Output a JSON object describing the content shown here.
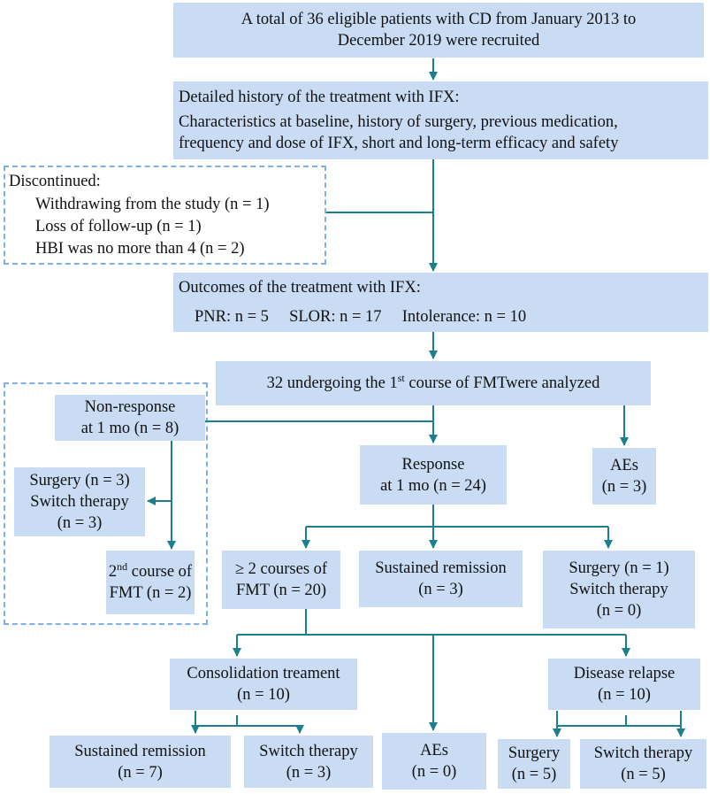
{
  "recruit": {
    "line1": "A total of 36 eligible patients with CD  from January 2013 to",
    "line2": "December 2019 were recruited"
  },
  "history": {
    "title": "Detailed history of the treatment with IFX:",
    "line1": "Characteristics at baseline, history of surgery, previous medication,",
    "line2": "frequency and dose of IFX, short and long-term efficacy and safety"
  },
  "discontinued": {
    "title": "Discontinued:",
    "items": [
      "Withdrawing from the study (n = 1)",
      "Loss of follow-up (n = 1)",
      "HBI  was no more than 4 (n = 2)"
    ]
  },
  "outcomes": {
    "title": "Outcomes of the treatment with IFX:",
    "pnr": "PNR: n = 5",
    "slor": "SLOR: n = 17",
    "intol": "Intolerance: n = 10"
  },
  "fmt1": {
    "pre": "32 undergoing the 1",
    "sup": "st",
    "post": " course of FMTwere analyzed"
  },
  "nonresp": {
    "line1": "Non-response",
    "line2": "at 1 mo (n = 8)"
  },
  "surgery_switch": {
    "line1": "Surgery (n = 3)",
    "line2": "Switch therapy",
    "line3": "(n = 3)"
  },
  "fmt2": {
    "pre": "2",
    "sup": "nd",
    "post": " course of",
    "line2": "FMT (n = 2)"
  },
  "response": {
    "line1": "Response",
    "line2": "at 1 mo (n = 24)"
  },
  "aes_top": {
    "line1": "AEs",
    "line2": "(n = 3)"
  },
  "courses2": {
    "line1": "≥ 2 courses of",
    "line2": "FMT (n = 20)"
  },
  "sustained_mid": {
    "line1": "Sustained remission",
    "line2": "(n = 3)"
  },
  "surgery_mid": {
    "line1": "Surgery  (n = 1)",
    "line2": "Switch therapy",
    "line3": "(n = 0)"
  },
  "consolidation": {
    "line1": "Consolidation treament",
    "line2": "(n = 10)"
  },
  "relapse": {
    "line1": "Disease relapse",
    "line2": "(n = 10)"
  },
  "bottom": {
    "sustained": {
      "line1": "Sustained remission",
      "line2": "(n = 7)"
    },
    "switch1": {
      "line1": "Switch therapy",
      "line2": "(n = 3)"
    },
    "aes": {
      "line1": "AEs",
      "line2": "(n = 0)"
    },
    "surgery": {
      "line1": "Surgery",
      "line2": "(n = 5)"
    },
    "switch2": {
      "line1": "Switch therapy",
      "line2": "(n = 5)"
    }
  },
  "colors": {
    "box": "#c9dcf4",
    "arrow": "#1a7f8e",
    "dash": "#7fb0e6"
  }
}
